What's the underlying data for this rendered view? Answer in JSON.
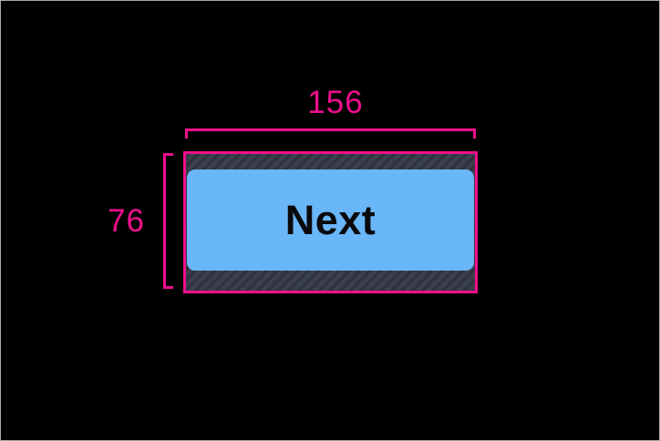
{
  "diagram": {
    "width_label": "156",
    "height_label": "76"
  },
  "button": {
    "label": "Next"
  },
  "colors": {
    "annotation": "#ef0f8d",
    "button-bg": "#69b6f8",
    "button-text": "#0a0a0c",
    "hatch-bg": "#3a404b",
    "hatch-stripe": "#2d323c",
    "canvas-bg": "#000000",
    "frame-border": "#a8a8a8"
  }
}
